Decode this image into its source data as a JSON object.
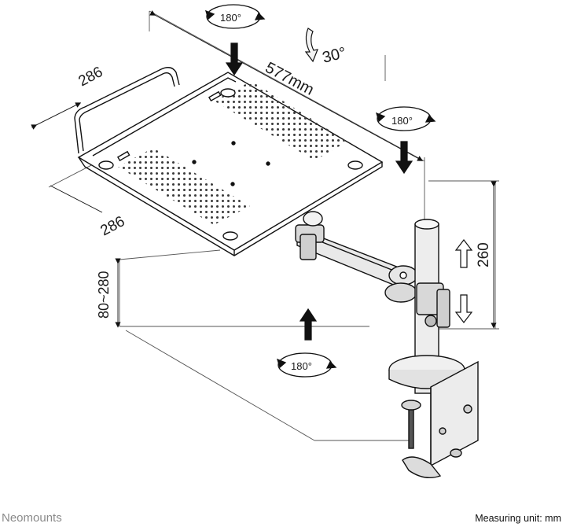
{
  "dimensions": {
    "tray_width": "286",
    "tray_depth": "286",
    "arm_length": "577mm",
    "tilt": "30°",
    "height": "260",
    "table_thickness": "80~280"
  },
  "rotations": {
    "top": "180°",
    "right": "180°",
    "bottom": "180°"
  },
  "footer": {
    "brand": "Neomounts",
    "unit_note": "Measuring unit: mm"
  }
}
